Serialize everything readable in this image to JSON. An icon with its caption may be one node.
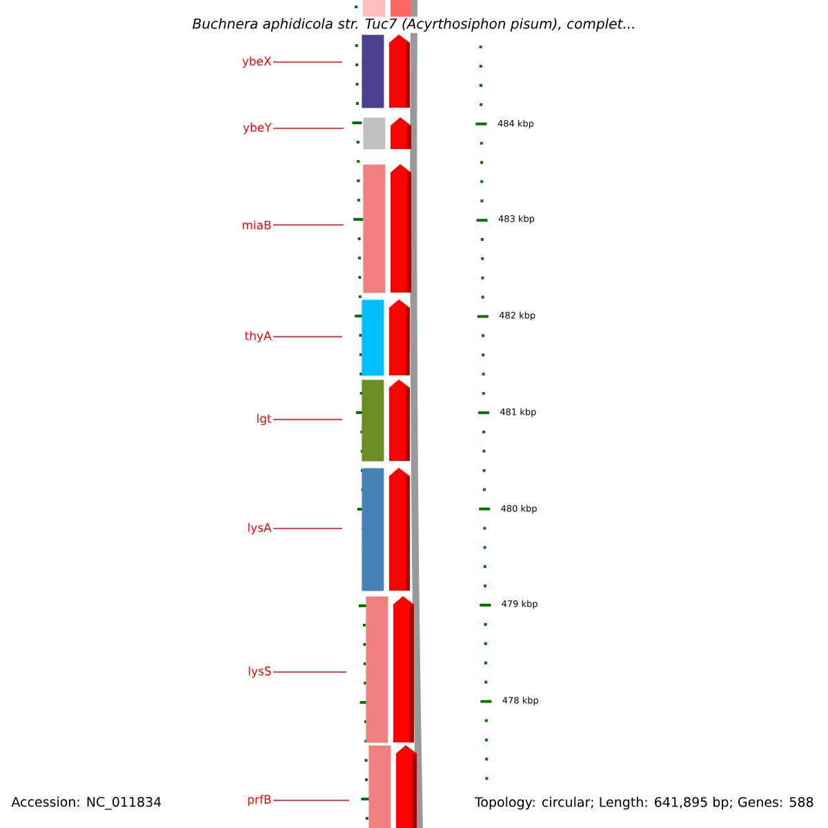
{
  "diagram": {
    "title": "Buchnera aphidicola str. Tuc7 (Acyrthosiphon pisum), complet...",
    "nodes": [
      {
        "text": [
          "ybeX"
        ]
      },
      {
        "text": [
          "ybeY"
        ]
      },
      {
        "text": [
          "miaB"
        ]
      },
      {
        "text": [
          "thyA"
        ]
      },
      {
        "text": [
          "lgt"
        ]
      },
      {
        "text": [
          "lysA"
        ]
      },
      {
        "text": [
          "lysS"
        ]
      },
      {
        "text": [
          "prfB"
        ]
      },
      {
        "text": [],
        "shape": "bar"
      },
      {
        "text": [],
        "shape": "bar"
      },
      {
        "text": [],
        "shape": "bar"
      },
      {
        "text": [],
        "shape": "bar"
      },
      {
        "text": [],
        "shape": "bar"
      },
      {
        "text": [],
        "shape": "bar"
      },
      {
        "text": [],
        "shape": "bar"
      },
      {
        "text": [],
        "shape": "bar"
      }
    ],
    "edges": [
      {
        "from": 0,
        "to": 8,
        "arrow": "none"
      },
      {
        "from": 1,
        "to": 9,
        "arrow": "none"
      },
      {
        "from": 2,
        "to": 10,
        "arrow": "none"
      },
      {
        "from": 3,
        "to": 11,
        "arrow": "none"
      },
      {
        "from": 4,
        "to": 12,
        "arrow": "none"
      },
      {
        "from": 5,
        "to": 13,
        "arrow": "none"
      },
      {
        "from": 6,
        "to": 14,
        "arrow": "none"
      },
      {
        "from": 7,
        "to": 15,
        "arrow": "none"
      }
    ],
    "labels": [
      "484 kbp",
      "483 kbp",
      "482 kbp",
      "481 kbp",
      "480 kbp",
      "479 kbp",
      "478 kbp",
      "Accession: NC_011834",
      "Topology: circular; Length: 641,895 bp; Genes: 588"
    ]
  }
}
